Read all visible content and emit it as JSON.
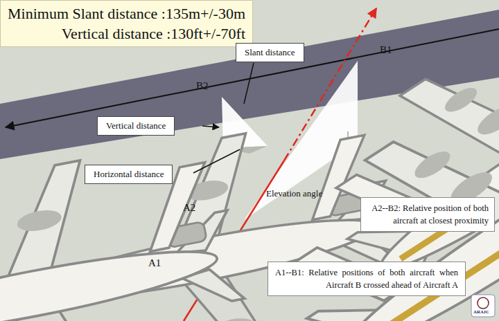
{
  "diagram": {
    "nodes": [
      {
        "text": [
          "Minimum Slant distance :135m+/-30m",
          "Vertical distance :130ft+/-70ft"
        ]
      },
      {
        "text": [
          "Slant distance"
        ]
      },
      {
        "text": [
          "Vertical distance"
        ]
      },
      {
        "text": [
          "Horizontal distance"
        ]
      },
      {
        "text": [
          "A2--B2: Relative position of both aircraft at closest proximity"
        ]
      },
      {
        "text": [
          "A1--B1: Relative positions of both aircraft when Aircraft B crossed ahead of Aircraft A"
        ]
      }
    ],
    "labels": [
      "B1",
      "B2",
      "A2",
      "Elevation angle",
      "A1",
      "ARAIC"
    ]
  }
}
